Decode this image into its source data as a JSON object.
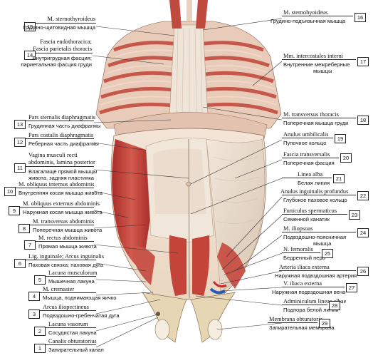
{
  "labels": [
    {
      "n": "15",
      "lat": "M. sternothyroideus",
      "ru": "Грудино-щитовидная мышца"
    },
    {
      "n": "16",
      "lat": "M. sternohyoideus",
      "ru": "Грудино-подъязычная мышца"
    },
    {
      "n": "14",
      "lat": "Fascia endothoracica;",
      "lat2": "Fascia parietalis thoracis",
      "ru": "Внутригрудная фасция;",
      "ru2": "париетальная фасция груди"
    },
    {
      "n": "17",
      "lat": "Mm. intercostales interni",
      "ru": "Внутренние межреберные",
      "ru2": "мышцы"
    },
    {
      "n": "13",
      "lat": "Pars sternalis diaphragmatis",
      "ru": "Грудинная часть диафрагмы"
    },
    {
      "n": "18",
      "lat": "M. transversus thoracis",
      "ru": "Поперечная мышца груди"
    },
    {
      "n": "12",
      "lat": "Pars costalis diaphragmatis",
      "ru": "Реберная часть диафрагмы"
    },
    {
      "n": "19",
      "lat": "Anulus umbilicalis",
      "ru": "Пупочное кольцо"
    },
    {
      "n": "20",
      "lat": "Fascia transversalis",
      "ru": "Поперечная фасция"
    },
    {
      "n": "11",
      "lat": "Vagina musculi recti",
      "lat2": "abdominis, lamina posterior",
      "ru": "Влагалище прямой мышцы",
      "ru2": "живота, задняя пластинка"
    },
    {
      "n": "21",
      "lat": "Linea alba",
      "ru": "Белая линия"
    },
    {
      "n": "10",
      "lat": "M. obliquus internus abdominis",
      "ru": "Внутренняя косая мышца живота"
    },
    {
      "n": "22",
      "lat": "Anulus inguinalis profundus",
      "ru": "Глубокое паховое кольцо"
    },
    {
      "n": "9",
      "lat": "M. obliquus externus abdominis",
      "ru": "Наружная косая мышца живота"
    },
    {
      "n": "23",
      "lat": "Funiculus spermaticus",
      "ru": "Семенной канатик"
    },
    {
      "n": "8",
      "lat": "M. transversus abdominis",
      "ru": "Поперечная мышца живота"
    },
    {
      "n": "24",
      "lat": "M. iliopsoas",
      "ru": "Подвздошно-поясничная",
      "ru2": "мышца"
    },
    {
      "n": "7",
      "lat": "M. rectus abdominis",
      "ru": "Прямая мышца живота"
    },
    {
      "n": "25",
      "lat": "N. femoralis",
      "ru": "Бедренный нерв"
    },
    {
      "n": "6",
      "lat": "Lig. inguinale; Arcus inguinalis",
      "ru": "Паховая связка; паховая дуга"
    },
    {
      "n": "26",
      "lat": "Arteria iliaca externa",
      "ru": "Наружная подвздошная артерия"
    },
    {
      "n": "5",
      "lat": "Lacuna musculorum",
      "ru": "Мышечная лакуна"
    },
    {
      "n": "27",
      "lat": "V. iliaca externa",
      "ru": "Наружная подвздошная вена"
    },
    {
      "n": "4",
      "lat": "M. cremaster",
      "ru": "Мышца, поднимающая яичко"
    },
    {
      "n": "28",
      "lat": "Adminiculum lineae albae",
      "ru": "Подпора белой линии"
    },
    {
      "n": "3",
      "lat": "Arcus iliopectineus",
      "ru": "Подвздошно-гребенчатая дуга"
    },
    {
      "n": "29",
      "lat": "Membrana obturatoria",
      "ru": "Запирательная мембрана"
    },
    {
      "n": "2",
      "lat": "Lacuna vasorum",
      "ru": "Сосудистая лакуна"
    },
    {
      "n": "1",
      "lat": "Canalis obturatorius",
      "ru": "Запирательный канал"
    }
  ],
  "colors": {
    "muscle": "#c2403a",
    "muscle_light": "#e07a6a",
    "fascia": "#e9dccb",
    "bone": "#e6d6b4",
    "artery": "#c42a2a",
    "vein": "#2a5bb8"
  }
}
